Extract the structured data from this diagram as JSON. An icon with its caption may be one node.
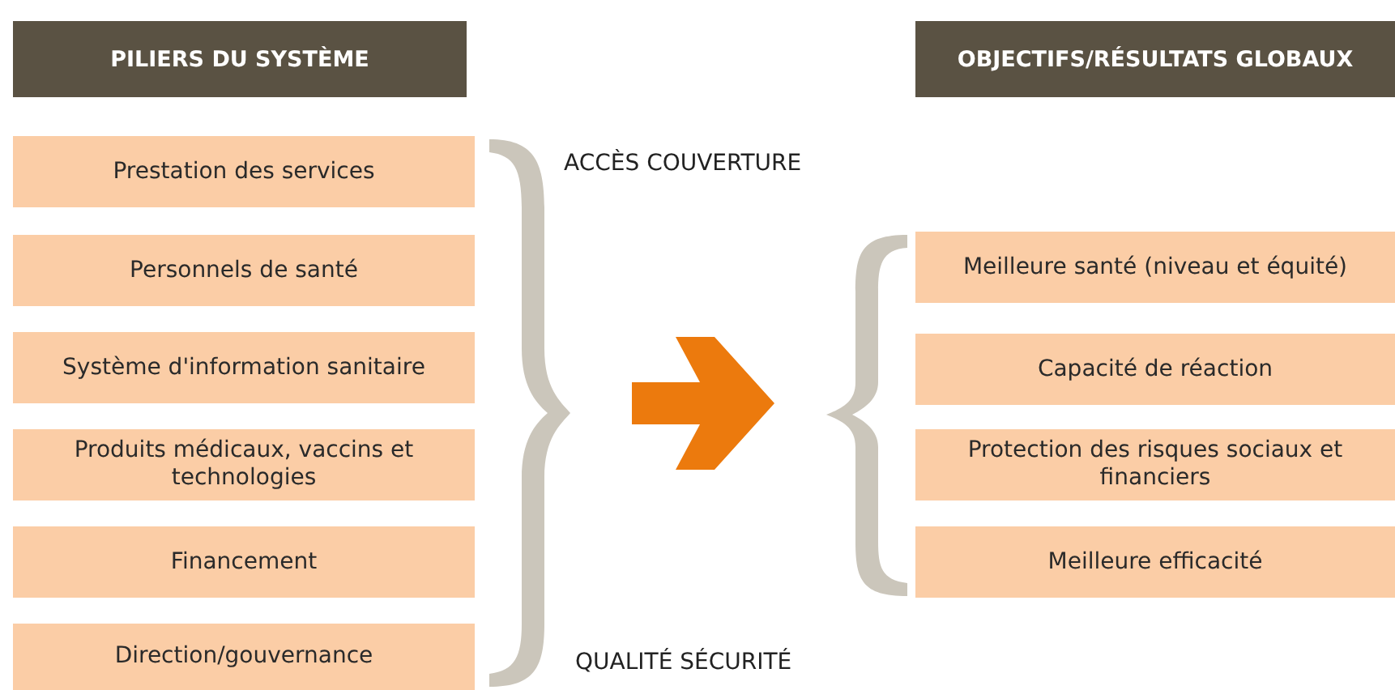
{
  "diagram": {
    "nodes": [
      {
        "text": [
          "PILIERS DU SYSTÈME"
        ]
      },
      {
        "text": [
          "OBJECTIFS/RÉSULTATS GLOBAUX"
        ]
      },
      {
        "text": [
          "Prestation des services"
        ]
      },
      {
        "text": [
          "Personnels de santé"
        ]
      },
      {
        "text": [
          "Système d'information sanitaire"
        ]
      },
      {
        "text": [
          "Produits médicaux, vaccins et technologies"
        ]
      },
      {
        "text": [
          "Financement"
        ]
      },
      {
        "text": [
          "Direction/gouvernance"
        ]
      },
      {
        "text": [
          "Meilleure santé (niveau et équité)"
        ]
      },
      {
        "text": [
          "Capacité de réaction"
        ]
      },
      {
        "text": [
          "Protection des risques sociaux et financiers"
        ]
      },
      {
        "text": [
          "Meilleure efficacité"
        ]
      }
    ],
    "labels": [
      "ACCÈS COUVERTURE",
      "QUALITÉ SÉCURITÉ"
    ]
  }
}
